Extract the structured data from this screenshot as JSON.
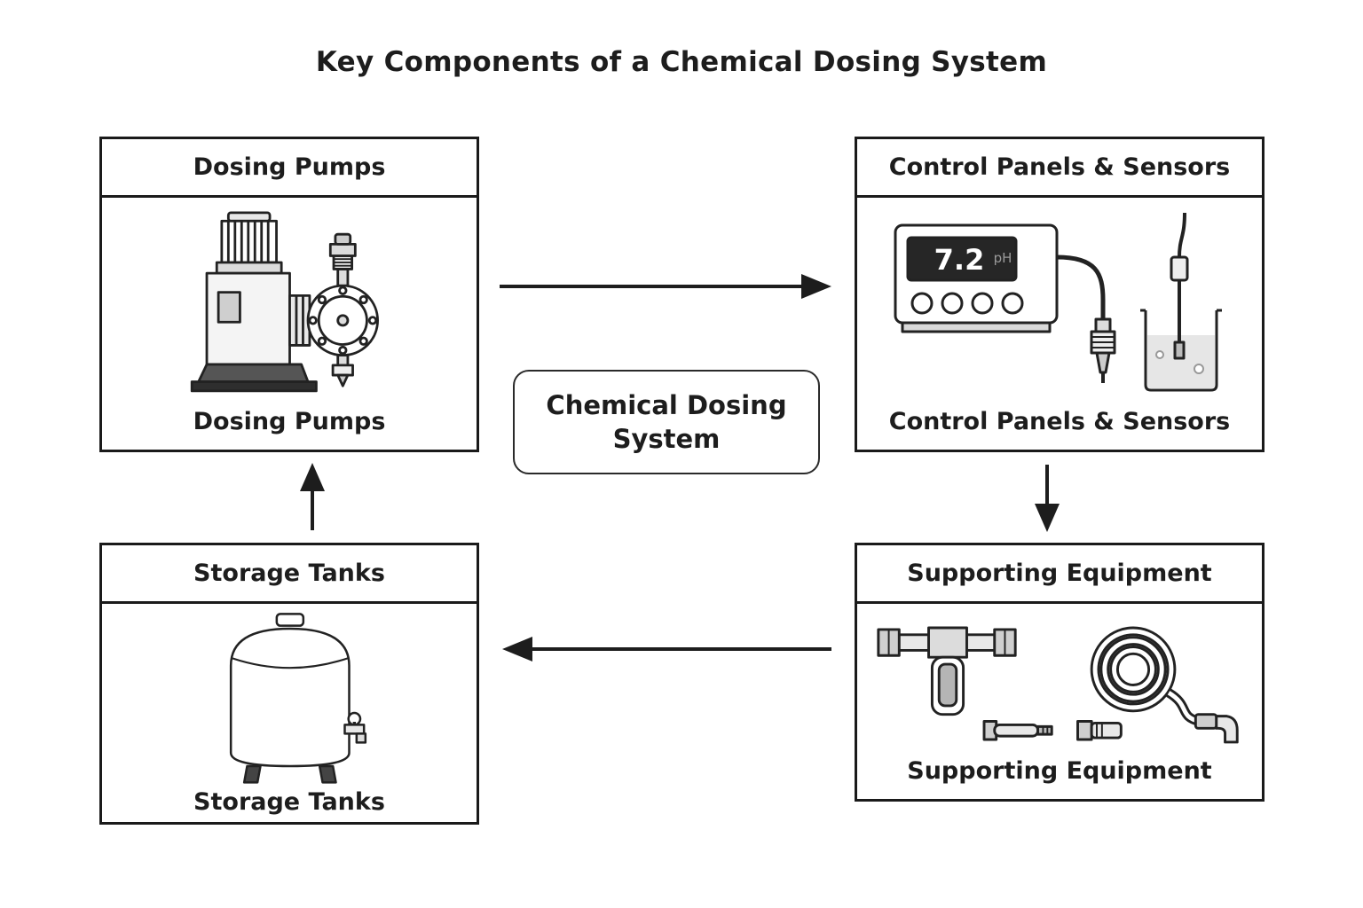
{
  "title": "Key Components of a Chemical Dosing System",
  "center_node": {
    "label": "Chemical Dosing System"
  },
  "nodes": {
    "dosing_pumps": {
      "header": "Dosing Pumps",
      "caption": "Dosing Pumps"
    },
    "control_panels_sensors": {
      "header": "Control Panels & Sensors",
      "caption": "Control Panels & Sensors"
    },
    "supporting_equipment": {
      "header": "Supporting Equipment",
      "caption": "Supporting Equipment"
    },
    "storage_tanks": {
      "header": "Storage Tanks",
      "caption": "Storage Tanks"
    }
  },
  "ph_display": {
    "value": "7.2",
    "unit": "pH"
  },
  "arrows": [
    {
      "from": "dosing_pumps",
      "to": "control_panels_sensors"
    },
    {
      "from": "control_panels_sensors",
      "to": "supporting_equipment"
    },
    {
      "from": "supporting_equipment",
      "to": "storage_tanks"
    },
    {
      "from": "storage_tanks",
      "to": "dosing_pumps"
    }
  ],
  "colors": {
    "ink": "#1d1d1d",
    "background": "#ffffff"
  }
}
